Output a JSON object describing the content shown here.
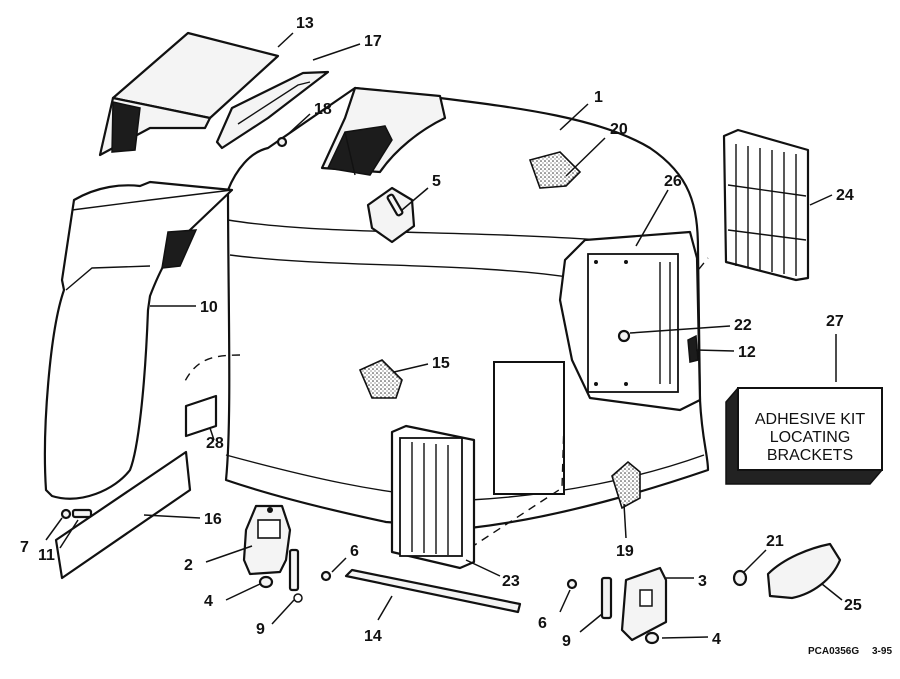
{
  "callouts": {
    "p1": "1",
    "p2": "2",
    "p3": "3",
    "p4a": "4",
    "p4b": "4",
    "p5": "5",
    "p6a": "6",
    "p6b": "6",
    "p7": "7",
    "p9a": "9",
    "p9b": "9",
    "p10": "10",
    "p11": "11",
    "p12": "12",
    "p13": "13",
    "p14": "14",
    "p15": "15",
    "p16": "16",
    "p17": "17",
    "p18": "18",
    "p19": "19",
    "p20": "20",
    "p21": "21",
    "p22": "22",
    "p23": "23",
    "p24": "24",
    "p25": "25",
    "p26": "26",
    "p27": "27",
    "p28": "28"
  },
  "kit_box": {
    "line1": "ADHESIVE KIT",
    "line2": "LOCATING",
    "line3": "BRACKETS"
  },
  "footer": {
    "code": "PCA0356G",
    "date": "3-95"
  }
}
